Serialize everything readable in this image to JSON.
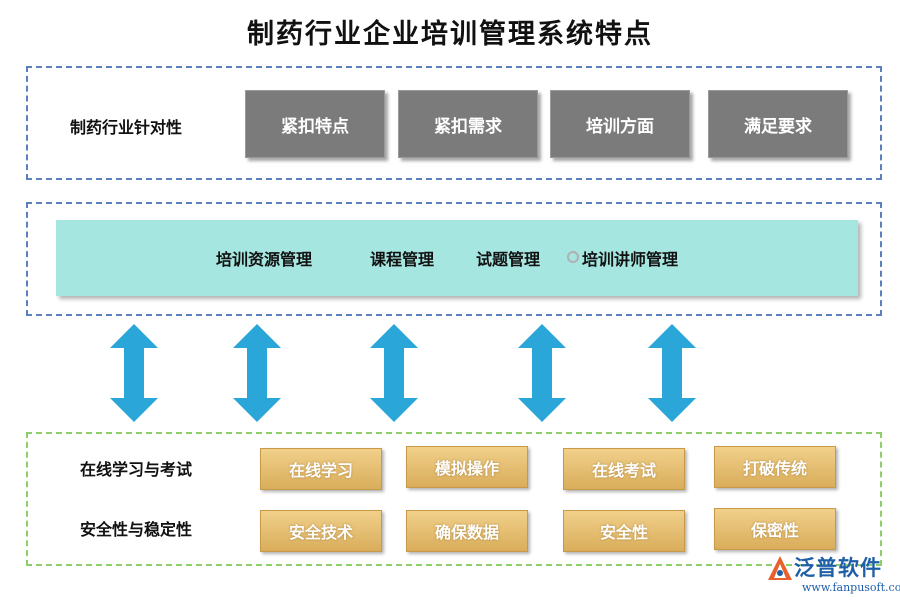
{
  "title": "制药行业企业培训管理系统特点",
  "section1": {
    "label": "制药行业针对性",
    "items": [
      "紧扣特点",
      "紧扣需求",
      "培训方面",
      "满足要求"
    ]
  },
  "section2": {
    "items": [
      "培训资源管理",
      "课程管理",
      "试题管理",
      "培训讲师管理"
    ]
  },
  "section3": {
    "row1_label": "在线学习与考试",
    "row1_items": [
      "在线学习",
      "模拟操作",
      "在线考试",
      "打破传统"
    ],
    "row2_label": "安全性与稳定性",
    "row2_items": [
      "安全技术",
      "确保数据",
      "安全性",
      "保密性"
    ]
  },
  "logo": {
    "name": "泛普软件",
    "url": "www.fanpusoft.com"
  },
  "colors": {
    "gray_box": "#7b7b7b",
    "teal_bar": "#a6e6e1",
    "arrow": "#2aa6d8",
    "gold_box": "#dcb060",
    "blue_dash": "#5b7fbf",
    "green_dash": "#8fcf6a"
  }
}
